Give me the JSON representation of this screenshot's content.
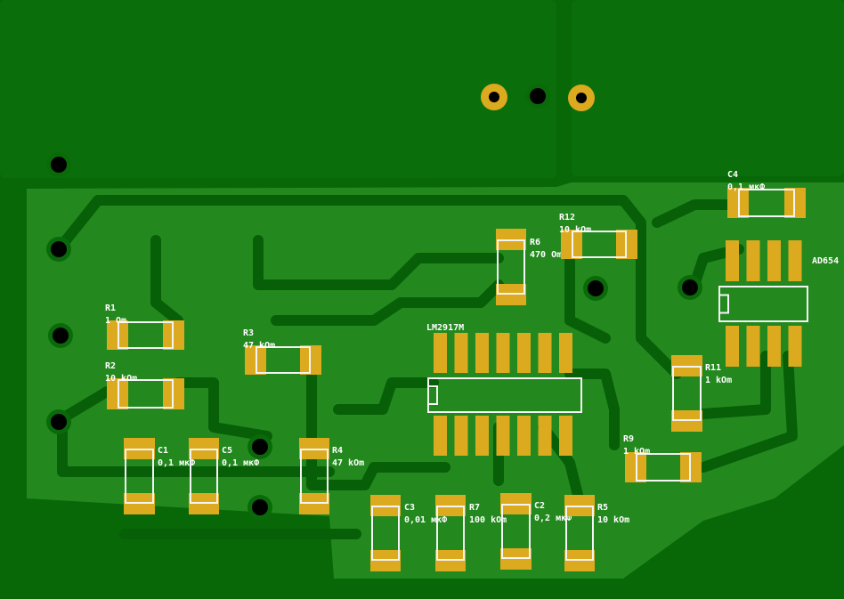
{
  "board": {
    "colors": {
      "substrate": "#086808",
      "copper_pour": "#23891f",
      "pad": "#dcaa1e",
      "silkscreen": "#f4f4f4",
      "via": "#000000"
    }
  },
  "components": {
    "R1": {
      "ref": "R1",
      "value": "1 Оm"
    },
    "R2": {
      "ref": "R2",
      "value": "10 kОm"
    },
    "R3": {
      "ref": "R3",
      "value": "47 kОm"
    },
    "R4": {
      "ref": "R4",
      "value": "47 kОm"
    },
    "R5": {
      "ref": "R5",
      "value": "10 kОm"
    },
    "R6": {
      "ref": "R6",
      "value": "470 Оm"
    },
    "R7": {
      "ref": "R7",
      "value": "100 kОm"
    },
    "R9": {
      "ref": "R9",
      "value": "1 kОm"
    },
    "R11": {
      "ref": "R11",
      "value": "1 kОm"
    },
    "R12": {
      "ref": "R12",
      "value": "10 kОm"
    },
    "C1": {
      "ref": "C1",
      "value": "0,1 мкФ"
    },
    "C2": {
      "ref": "C2",
      "value": "0,2 мкФ"
    },
    "C3": {
      "ref": "C3",
      "value": "0,01 мкФ"
    },
    "C4": {
      "ref": "C4",
      "value": "0,1 мкФ"
    },
    "C5": {
      "ref": "C5",
      "value": "0,1 мкФ"
    }
  },
  "ics": {
    "U1": {
      "ref": "LM2917M",
      "pins": 14
    },
    "U2": {
      "ref": "AD654",
      "pins": 8
    }
  }
}
